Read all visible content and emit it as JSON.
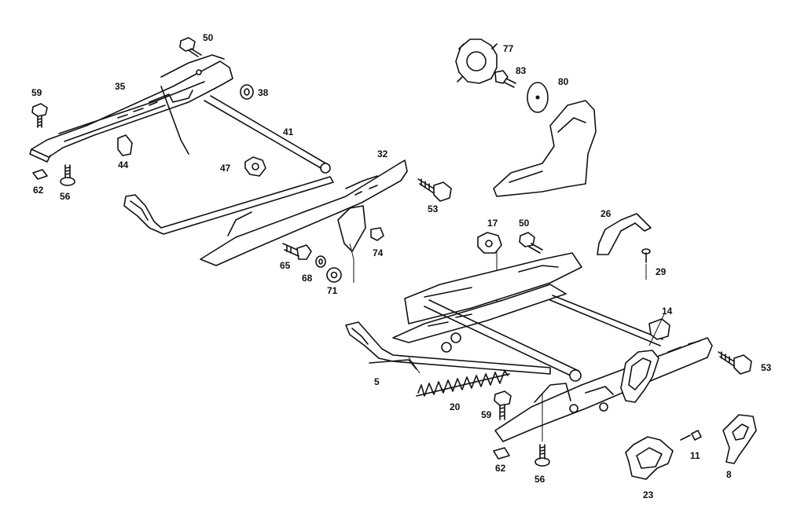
{
  "callouts": [
    "50",
    "35",
    "38",
    "59",
    "41",
    "44",
    "47",
    "62",
    "56",
    "32",
    "53",
    "77",
    "83",
    "80",
    "26",
    "29",
    "17",
    "50",
    "65",
    "68",
    "71",
    "74",
    "14",
    "53",
    "5",
    "20",
    "59",
    "62",
    "56",
    "11",
    "8",
    "23"
  ]
}
